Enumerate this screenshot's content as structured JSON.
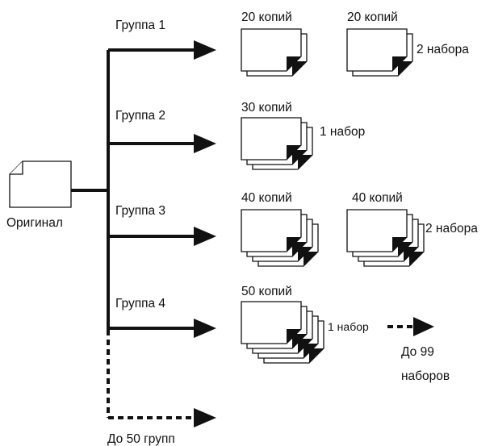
{
  "original": {
    "label": "Оригинал"
  },
  "groups": [
    {
      "label": "Группа 1",
      "stacks": [
        {
          "copies_label": "20 копий",
          "sets_label": ""
        },
        {
          "copies_label": "20 копий",
          "sets_label": "2 набора"
        }
      ]
    },
    {
      "label": "Группа 2",
      "stacks": [
        {
          "copies_label": "30 копий",
          "sets_label": "1 набор"
        }
      ]
    },
    {
      "label": "Группа 3",
      "stacks": [
        {
          "copies_label": "40 копий",
          "sets_label": ""
        },
        {
          "copies_label": "40 копий",
          "sets_label": "2 набора"
        }
      ]
    },
    {
      "label": "Группа 4",
      "stacks": [
        {
          "copies_label": "50 копий",
          "sets_label": "1 набор"
        }
      ]
    }
  ],
  "limits": {
    "sets_label_line1": "До 99",
    "sets_label_line2": "наборов",
    "groups_label": "До 50 групп"
  },
  "colors": {
    "line": "#111111",
    "background": "#ffffff"
  },
  "icons": {
    "original": "document-icon",
    "copies": "paper-stack-icon"
  }
}
